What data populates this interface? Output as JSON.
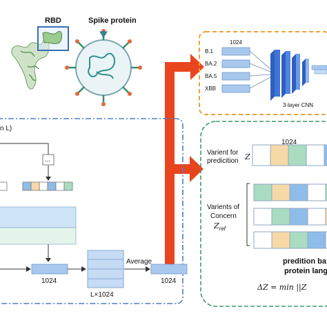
{
  "top": {
    "rbd_label": "RBD",
    "spike_label": "Spike protein"
  },
  "variants_panel": {
    "variants": [
      "B.1",
      "BA.2",
      "BA.5",
      "XBB"
    ],
    "dim": "1024",
    "cnn_label": "3-layer CNN"
  },
  "left_panel": {
    "title_fragment": "n L)",
    "ellipsis": "...",
    "dim_label": "1024",
    "stack_label": "L×1024",
    "average_label": "Average",
    "avg_dim_label": "1024"
  },
  "right_panel": {
    "dim": "1024",
    "predict_label_1": "Varient for",
    "predict_label_2": "predicition",
    "z_symbol": "Z",
    "concern_label_1": "Varients of",
    "concern_label_2": "Concern",
    "zref_symbol": "Z",
    "zref_sub": "ref",
    "prediction_text_1": "predition ba",
    "prediction_text_2": "protein lang",
    "formula": "ΔZ = min ||Z"
  },
  "colors": {
    "arrow_red": "#e8451f",
    "panel_orange": "#f0a030",
    "panel_blue": "#4a7fc0",
    "panel_green": "#3a9a6a",
    "bar_blue": "#a9c8ee",
    "cell_orange": "#f7d9a8",
    "cell_green": "#a9dcc0",
    "cell_blue": "#8fbce8",
    "cell_teal": "#7fc8c8"
  }
}
